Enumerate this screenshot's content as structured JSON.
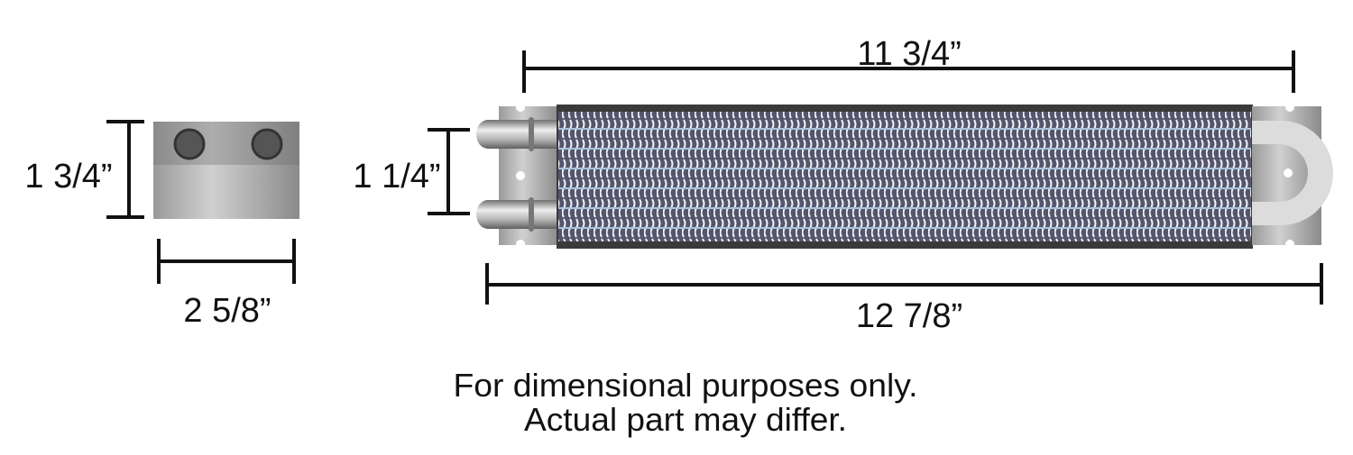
{
  "dimensions": {
    "end_view_height": "1 3/4”",
    "end_view_width": "2 5/8”",
    "core_length": "11 3/4”",
    "fitting_spacing": "1 1/4”",
    "overall_length": "12 7/8”"
  },
  "note": {
    "line1": "For dimensional purposes only.",
    "line2": "Actual part may differ."
  },
  "colors": {
    "dimension_line": "#111111",
    "core_border": "#3a3a3a",
    "metal": "#a8a8a8"
  }
}
